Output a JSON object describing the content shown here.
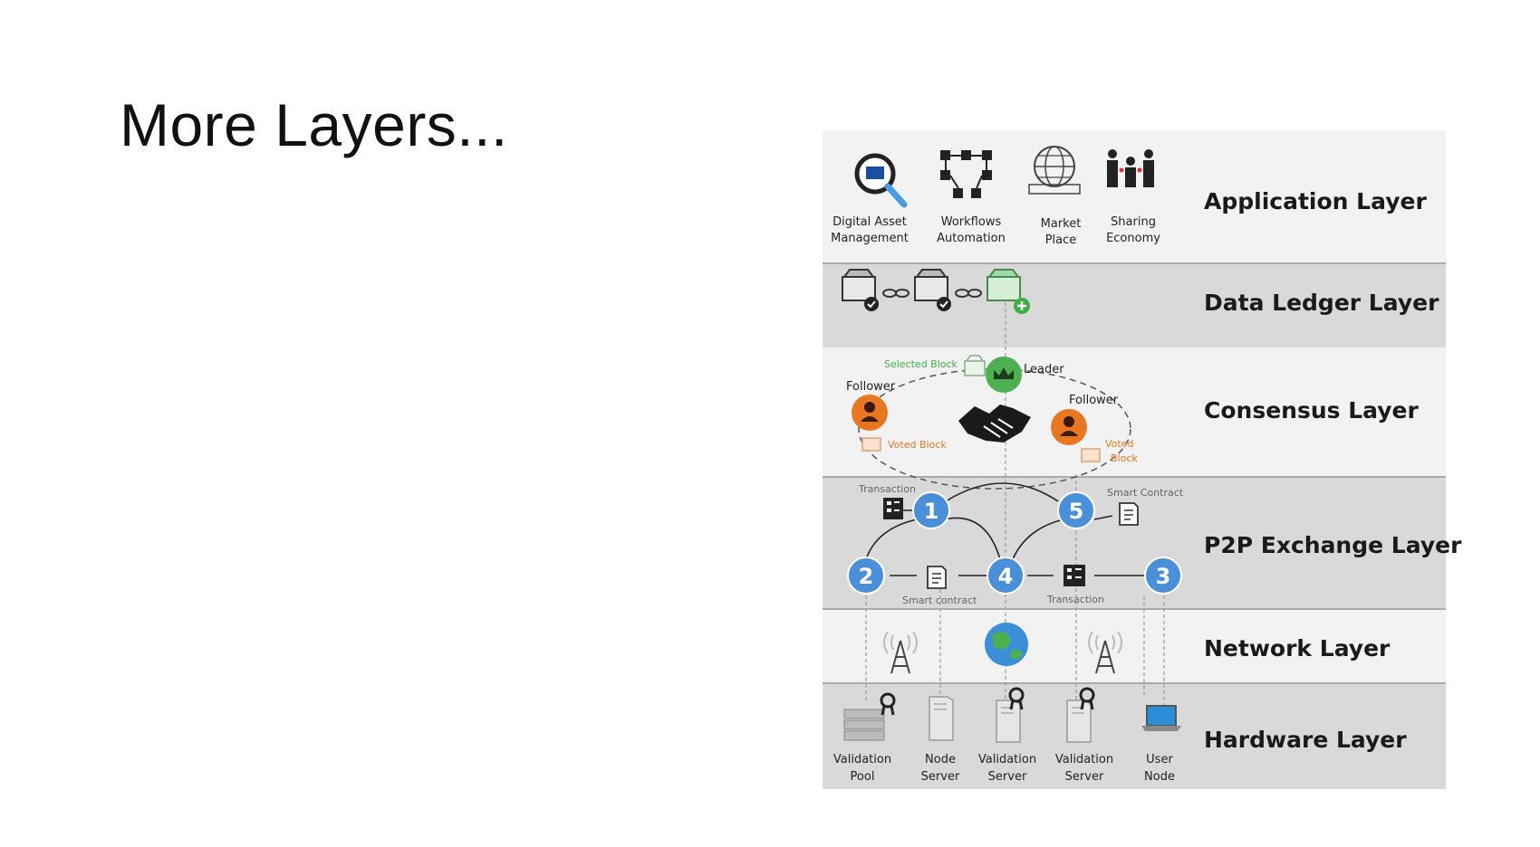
{
  "slide": {
    "title": "More Layers..."
  },
  "layers": [
    {
      "label": "Application Layer"
    },
    {
      "label": "Data Ledger Layer"
    },
    {
      "label": "Consensus Layer"
    },
    {
      "label": "P2P Exchange Layer"
    },
    {
      "label": "Network Layer"
    },
    {
      "label": "Hardware Layer"
    }
  ],
  "application": {
    "items": [
      {
        "line1": "Digital Asset",
        "line2": "Management",
        "icon": "magnifier-icon"
      },
      {
        "line1": "Workflows",
        "line2": "Automation",
        "icon": "workflow-icon"
      },
      {
        "line1": "Market",
        "line2": "Place",
        "icon": "marketplace-icon"
      },
      {
        "line1": "Sharing",
        "line2": "Economy",
        "icon": "sharing-people-icon"
      }
    ]
  },
  "consensus": {
    "selected_block": "Selected Block",
    "leader": "Leader",
    "follower_left": "Follower",
    "follower_right": "Follower",
    "voted_block_left": "Voted Block",
    "voted_block_right_1": "Voted",
    "voted_block_right_2": "Block"
  },
  "p2p": {
    "nodes": [
      "1",
      "2",
      "3",
      "4",
      "5"
    ],
    "transaction_top": "Transaction",
    "smart_contract_top": "Smart Contract",
    "smart_contract_bottom": "Smart contract",
    "transaction_bottom": "Transaction"
  },
  "hardware": {
    "items": [
      {
        "line1": "Validation",
        "line2": "Pool"
      },
      {
        "line1": "Node",
        "line2": "Server"
      },
      {
        "line1": "Validation",
        "line2": "Server"
      },
      {
        "line1": "Validation",
        "line2": "Server"
      },
      {
        "line1": "User",
        "line2": "Node"
      }
    ]
  },
  "colors": {
    "band_light": "#f2f2f2",
    "band_dark": "#d9d9d9",
    "node_blue": "#4a90d9",
    "leader_green": "#4caf50",
    "follower_orange": "#e87722",
    "selected_green": "#3cb043",
    "voted_orange": "#e87722"
  }
}
